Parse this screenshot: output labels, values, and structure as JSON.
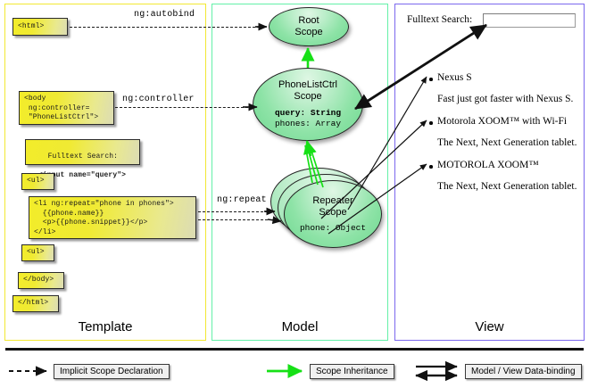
{
  "columns": [
    {
      "key": "template",
      "label": "Template",
      "border": "#f2e833"
    },
    {
      "key": "model",
      "label": "Model",
      "border": "#63f0a8"
    },
    {
      "key": "view",
      "label": "View",
      "border": "#7b68ee"
    }
  ],
  "template": {
    "boxes": [
      {
        "id": "html-open",
        "text": "<html>"
      },
      {
        "id": "body-open",
        "text": "<body\n ng:controller=\n \"PhoneListCtrl\">"
      },
      {
        "id": "fulltext-search",
        "text": "Fulltext Search:",
        "text2": "<input name=\"query\">"
      },
      {
        "id": "ul-open",
        "text": "<ul>"
      },
      {
        "id": "li-repeat",
        "text": "<li ng:repeat=\"phone in phones\">\n  {{phone.name}}\n  <p>{{phone.snippet}}</p>\n</li>"
      },
      {
        "id": "ul-close",
        "text": "<ul>"
      },
      {
        "id": "body-close",
        "text": "</body>"
      },
      {
        "id": "html-close",
        "text": "</html>"
      }
    ]
  },
  "connectors": [
    {
      "id": "ng-autobind",
      "label": "ng:autobind"
    },
    {
      "id": "ng-controller",
      "label": "ng:controller"
    },
    {
      "id": "ng-repeat",
      "label": "ng:repeat"
    }
  ],
  "model": {
    "scopes": [
      {
        "id": "root-scope",
        "title_line1": "Root",
        "title_line2": "Scope",
        "props": []
      },
      {
        "id": "phonelistctrl-scope",
        "title_line1": "PhoneListCtrl",
        "title_line2": "Scope",
        "props": [
          {
            "text": "query: String",
            "bold": true
          },
          {
            "text": "phones: Array",
            "bold": false
          }
        ]
      },
      {
        "id": "repeater-scope",
        "title_line1": "Repeater",
        "title_line2": "Scope",
        "props": [
          {
            "text": "phone: Object",
            "bold": false
          }
        ]
      }
    ]
  },
  "view": {
    "search_label": "Fulltext Search:",
    "search_value": "",
    "items": [
      {
        "name": "Nexus S",
        "snippet": "Fast just got faster with Nexus S."
      },
      {
        "name": "Motorola XOOM™  with Wi-Fi",
        "snippet": "The Next, Next Generation tablet."
      },
      {
        "name": "MOTOROLA XOOM™",
        "snippet": "The Next, Next Generation tablet."
      }
    ]
  },
  "legend": [
    {
      "id": "implicit-scope-declaration",
      "label": "Implicit Scope Declaration",
      "style": "dashed-arrow",
      "color": "#111111"
    },
    {
      "id": "scope-inheritance",
      "label": "Scope Inheritance",
      "style": "solid-arrow",
      "color": "#16e016"
    },
    {
      "id": "model-view-data-binding",
      "label": "Model / View Data-binding",
      "style": "double-arrow",
      "color": "#111111"
    }
  ],
  "colors": {
    "template_border": "#f2e833",
    "model_border": "#63f0a8",
    "view_border": "#7b68ee",
    "code_fill": "#f2ec2a",
    "scope_fill": "#8ee3a7",
    "inheritance_arrow": "#16e016",
    "line": "#111111"
  }
}
